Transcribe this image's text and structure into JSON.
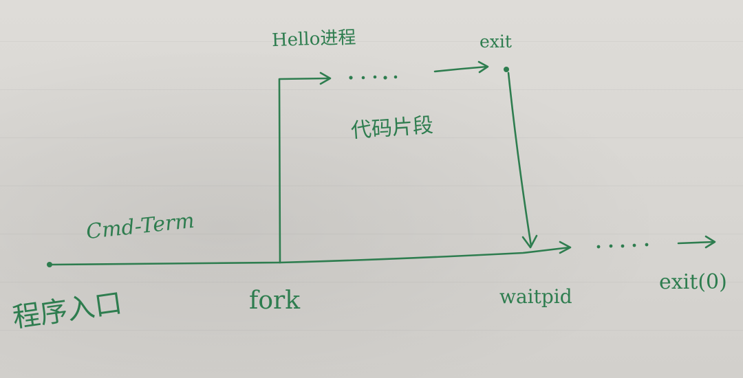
{
  "ink_color": "#2e7d4f",
  "paper_color": "#d9d7d3",
  "labels": {
    "child_process": "Hello进程",
    "child_exit": "exit",
    "child_code": "代码片段",
    "parent_process": "Cmd-Term",
    "fork": "fork",
    "waitpid": "waitpid",
    "parent_exit": "exit(0)",
    "start": "程序入口"
  }
}
